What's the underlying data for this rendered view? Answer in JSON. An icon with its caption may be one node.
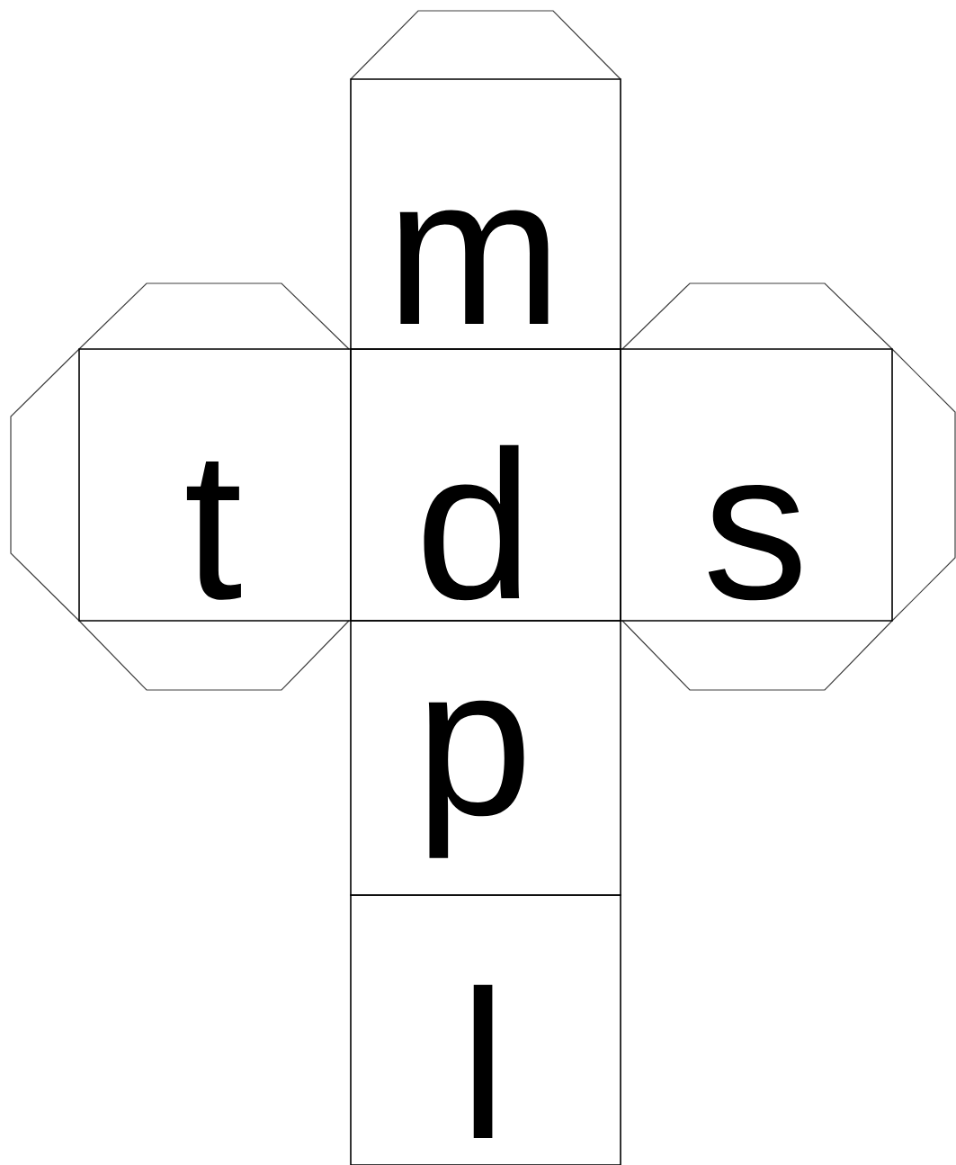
{
  "diagram": {
    "nodes": [
      {
        "text": [
          "m"
        ]
      },
      {
        "text": [
          "t"
        ]
      },
      {
        "text": [
          "d"
        ]
      },
      {
        "text": [
          "s"
        ]
      },
      {
        "text": [
          "p"
        ]
      },
      {
        "text": [
          "l"
        ]
      }
    ]
  }
}
